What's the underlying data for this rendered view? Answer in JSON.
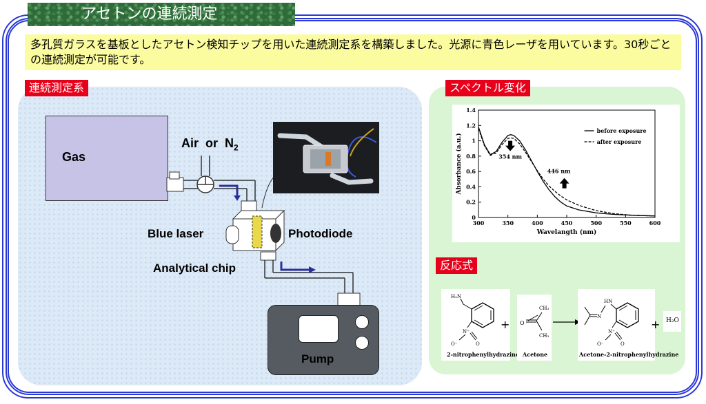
{
  "header": {
    "title": "アセトンの連続測定"
  },
  "intro": {
    "text": "多孔質ガラスを基板としたアセトン検知チップを用いた連続測定系を構築しました。光源に青色レーザを用いています。30秒ごとの連続測定が可能です。"
  },
  "labels": {
    "system": "連続測定系",
    "spectrum": "スペクトル変化",
    "reaction": "反応式"
  },
  "setup": {
    "gas": "Gas",
    "air": "Air",
    "or": "or",
    "n2": "N",
    "n2_sub": "2",
    "laser": "Blue laser",
    "detector": "Photodiode",
    "chip": "Analytical chip",
    "pump": "Pump"
  },
  "chart_data": {
    "type": "line",
    "xlabel": "Wavelangth (nm)",
    "ylabel": "Absorbance (a.u.)",
    "xlim": [
      300,
      600
    ],
    "ylim": [
      0,
      1.4
    ],
    "xticks": [
      300,
      350,
      400,
      450,
      500,
      550,
      600
    ],
    "yticks": [
      0,
      0.2,
      0.4,
      0.6,
      0.8,
      1,
      1.2,
      1.4
    ],
    "grid": false,
    "legend_position": "top-right",
    "series": [
      {
        "name": "before exposure",
        "style": "solid",
        "x": [
          300,
          310,
          320,
          330,
          340,
          350,
          355,
          360,
          370,
          380,
          390,
          400,
          410,
          420,
          430,
          440,
          450,
          470,
          500,
          530,
          560,
          600
        ],
        "y": [
          1.18,
          0.95,
          0.82,
          0.86,
          0.98,
          1.07,
          1.08,
          1.07,
          1.0,
          0.88,
          0.74,
          0.6,
          0.47,
          0.36,
          0.27,
          0.2,
          0.15,
          0.1,
          0.06,
          0.04,
          0.03,
          0.02
        ]
      },
      {
        "name": "after exposure",
        "style": "dashed",
        "x": [
          300,
          310,
          320,
          330,
          340,
          350,
          355,
          360,
          370,
          380,
          390,
          400,
          410,
          420,
          430,
          440,
          450,
          470,
          500,
          530,
          560,
          600
        ],
        "y": [
          1.16,
          0.94,
          0.81,
          0.84,
          0.95,
          1.03,
          1.04,
          1.03,
          0.96,
          0.85,
          0.73,
          0.61,
          0.5,
          0.41,
          0.34,
          0.28,
          0.23,
          0.16,
          0.09,
          0.05,
          0.03,
          0.02
        ]
      }
    ],
    "annotations": [
      {
        "text": "354 nm",
        "x": 354,
        "direction": "down"
      },
      {
        "text": "446 nm",
        "x": 446,
        "direction": "up"
      }
    ]
  },
  "reaction": {
    "reactant1": "2-nitrophenylhydrazine",
    "reactant2": "Acetone",
    "product": "Acetone-2-nitrophenylhydrazine",
    "byproduct": "H₂O",
    "plus": "+",
    "atoms": {
      "h2n": "H₂N",
      "hn": "HN",
      "n": "N",
      "nplus": "N⁺",
      "ominus": "O⁻",
      "o": "O",
      "ch3": "CH₃"
    }
  }
}
